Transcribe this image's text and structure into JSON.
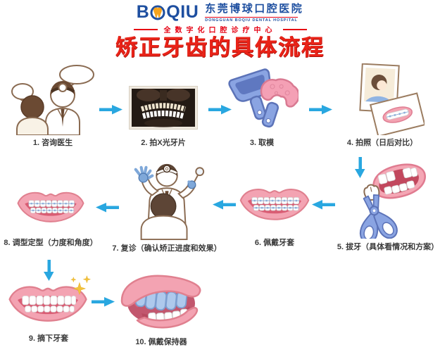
{
  "header": {
    "logo_text": "BOQIU",
    "logo_prefix": "B",
    "logo_suffix": "QIU",
    "hospital_name_cn": "东莞博球口腔医院",
    "hospital_name_en": "DONGGUAN BOQIU DENTAL HOSPITAL",
    "subtitle": "全数字化口腔诊疗中心",
    "title": "矫正牙齿的具体流程"
  },
  "steps": [
    {
      "id": 1,
      "label": "1. 咨询医生",
      "icon": "consult-doctor-icon"
    },
    {
      "id": 2,
      "label": "2. 拍X光牙片",
      "icon": "xray-film-icon"
    },
    {
      "id": 3,
      "label": "3. 取模",
      "icon": "dental-impression-icon"
    },
    {
      "id": 4,
      "label": "4. 拍照（日后对比）",
      "icon": "comparison-photos-icon"
    },
    {
      "id": 5,
      "label": "5. 拔牙（具体看情况和方案）",
      "icon": "tooth-extraction-icon"
    },
    {
      "id": 6,
      "label": "6. 佩戴牙套",
      "icon": "braces-mouth-icon"
    },
    {
      "id": 7,
      "label": "7. 复诊（确认矫正进度和效果）",
      "icon": "dentist-checkup-icon"
    },
    {
      "id": 8,
      "label": "8. 调型定型（力度和角度）",
      "icon": "braces-adjust-icon"
    },
    {
      "id": 9,
      "label": "9. 摘下牙套",
      "icon": "clean-smile-icon"
    },
    {
      "id": 10,
      "label": "10. 佩戴保持器",
      "icon": "retainer-mouth-icon"
    }
  ],
  "colors": {
    "logo_blue": "#1e4fa0",
    "brand_red": "#e60012",
    "title_red": "#ea2318",
    "arrow_blue": "#29a7e0",
    "lip_pink": "#f3a3b2",
    "inner_mouth_pink": "#d95d74",
    "tool_blue": "#8aa4e2",
    "retainer_blue": "#aec9ec",
    "glove_blue": "#7fa8d9",
    "outline_brown": "#8a6b52",
    "hair_brown": "#5d4536",
    "sparkle_yellow": "#f2c13d",
    "tooth_orange": "#f7a41d"
  }
}
